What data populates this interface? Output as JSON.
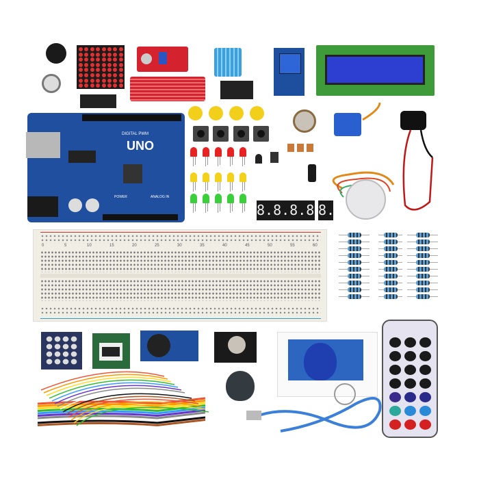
{
  "board": {
    "model_label": "UNO",
    "digital_label": "DIGITAL PWM",
    "power_label": "POWER",
    "analog_label": "ANALOG IN"
  },
  "breadboard": {
    "column_numbers": [
      "0",
      "5",
      "10",
      "15",
      "20",
      "25",
      "30",
      "35",
      "40",
      "45",
      "50",
      "55",
      "60"
    ]
  },
  "seven_segment": {
    "four_digit": "8.8.8.8.",
    "single_digit": "8."
  },
  "colors": {
    "board_blue": "#1f4f9e",
    "lcd_green": "#3f9b3a",
    "lcd_screen": "#2c3fd0",
    "sensor_red": "#d4232e",
    "breadboard": "#f1eee6",
    "remote_body": "#e6e3f0"
  },
  "components": [
    "buzzer",
    "led-matrix",
    "ic-chip",
    "sound-sensor",
    "water-sensor",
    "dht11",
    "ir-receiver",
    "relay",
    "lcd1602",
    "arduino-uno",
    "button-caps",
    "push-buttons",
    "leds",
    "potentiometer",
    "servo",
    "battery-clip",
    "stepper-motor",
    "seven-segment",
    "breadboard",
    "resistors",
    "keypad",
    "rtc-module",
    "joystick",
    "rfid-module",
    "ir-remote",
    "jumper-wires",
    "usb-cable"
  ]
}
